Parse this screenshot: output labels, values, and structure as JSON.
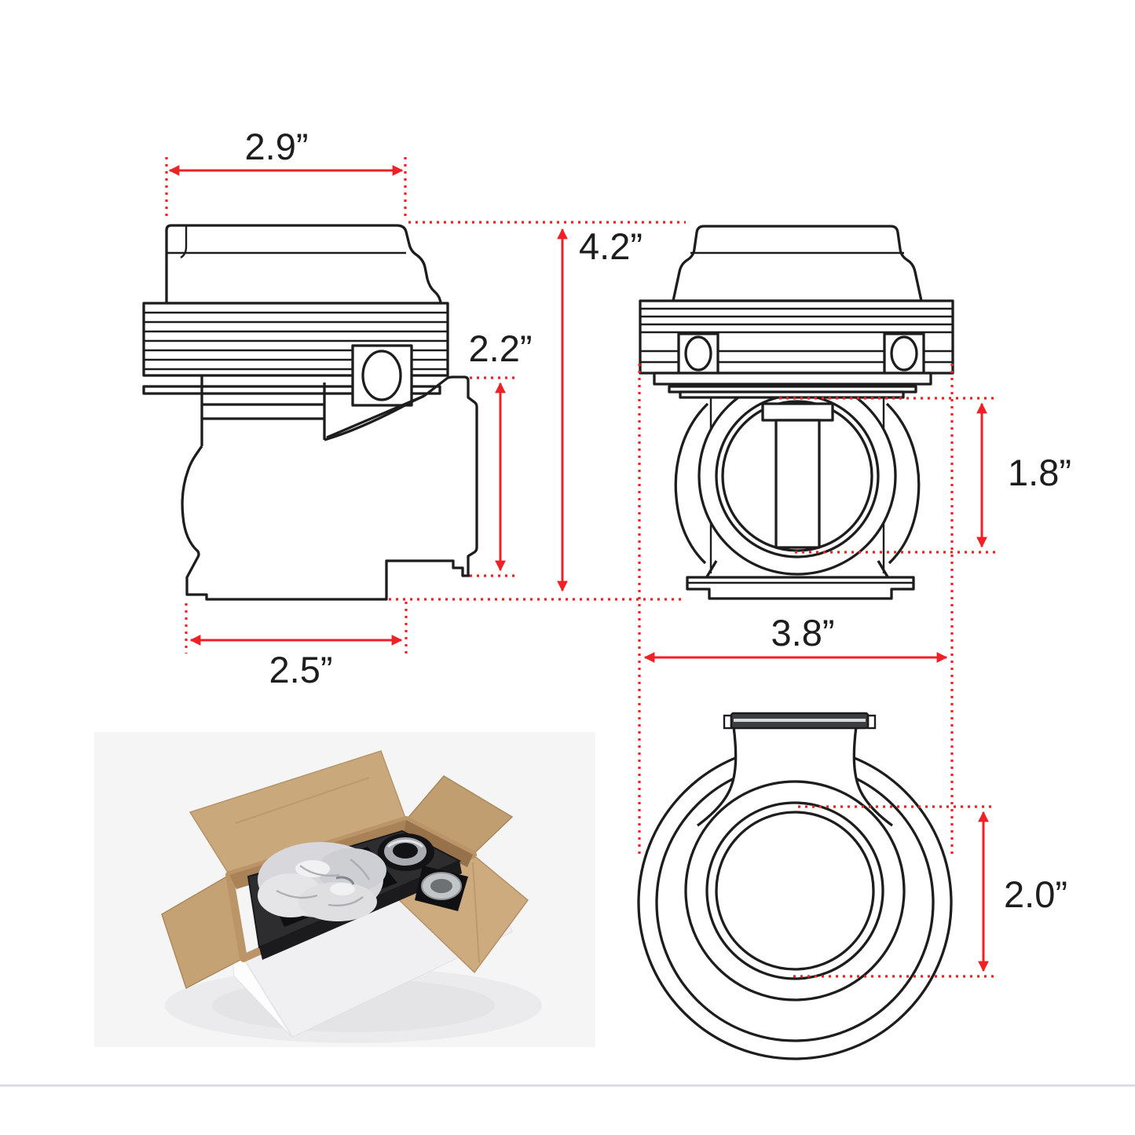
{
  "colors": {
    "dimension_red": "#ee2226",
    "line_black": "#1d1d1e",
    "cardboard_tan": "#c9a97c",
    "foam_black": "#2d2d30",
    "photo_background": "#f5f5f6"
  },
  "dimensions": {
    "cap_width": {
      "label": "2.9”"
    },
    "overall_height": {
      "label": "4.2”"
    },
    "outlet_flange_height": {
      "label": "2.2”"
    },
    "base_width": {
      "label": "2.5”"
    },
    "valve_opening_height": {
      "label": "1.8”"
    },
    "overall_width": {
      "label": "3.8”"
    },
    "outlet_bore_diameter": {
      "label": "2.0”"
    }
  }
}
